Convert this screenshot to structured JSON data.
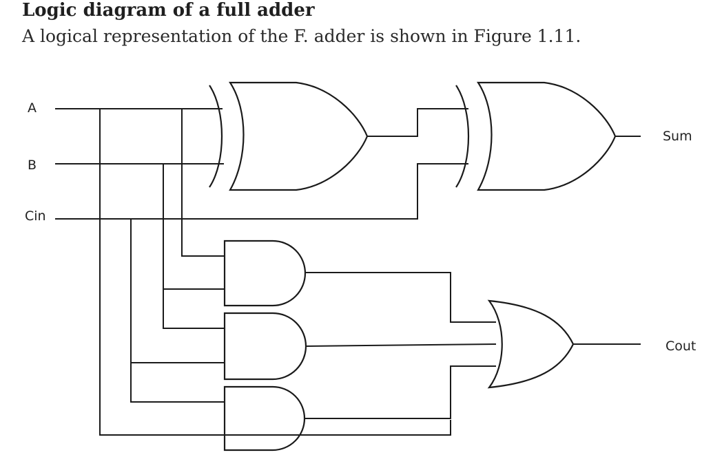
{
  "header": {
    "title": "Logic diagram of a full adder",
    "subtitle": "A logical representation of the F. adder is shown in Figure 1.11."
  },
  "diagram": {
    "labels": {
      "input_a": "A",
      "input_b": "B",
      "input_cin": "Cin",
      "output_sum": "Sum",
      "output_cout": "Cout"
    }
  }
}
